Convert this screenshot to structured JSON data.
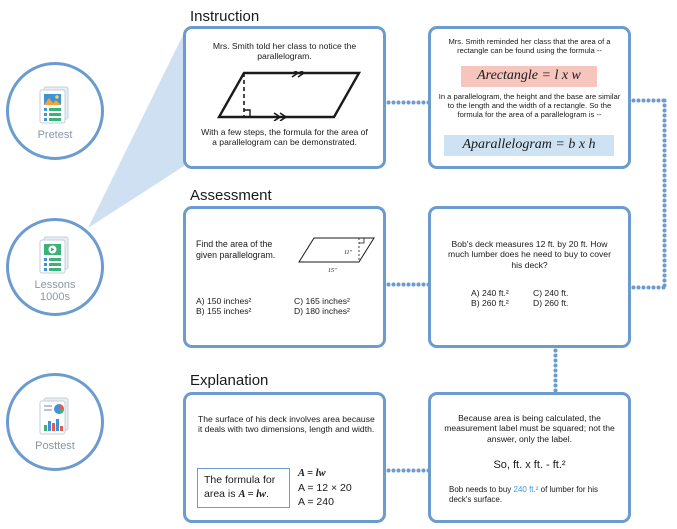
{
  "sidebar": {
    "pretest": "Pretest",
    "lessons_line1": "Lessons",
    "lessons_line2": "1000s",
    "posttest": "Posttest"
  },
  "sections": {
    "instruction": "Instruction",
    "assessment": "Assessment",
    "explanation": "Explanation"
  },
  "instruction": {
    "left_top": "Mrs. Smith told her class to notice the parallelogram.",
    "left_bottom": "With a few steps, the formula for the area of a parallelogram can be demonstrated.",
    "right_top": "Mrs. Smith reminded her class that the area of a rectangle can be found using the formula --",
    "formula_rect": "Arectangle = l x w",
    "right_mid": "In a parallelogram, the height and the base are similar to the length and the width of a rectangle. So the formula for the area of a parallelogram is --",
    "formula_para": "Aparallelogram = b x h"
  },
  "assessment": {
    "left_prompt": "Find the area of the given parallelogram.",
    "height_label": "11\"",
    "base_label": "15\"",
    "option_a": "A) 150 inches²",
    "option_b": "B) 155 inches²",
    "option_c": "C) 165 inches²",
    "option_d": "D) 180 inches²",
    "right_prompt": "Bob's deck measures 12 ft. by 20 ft. How much lumber does he need to buy to cover his deck?",
    "r_option_a": "A) 240 ft.²",
    "r_option_b": "B) 260 ft.²",
    "r_option_c": "C) 240 ft.",
    "r_option_d": "D) 260 ft."
  },
  "explanation": {
    "left_text": "The surface of his deck involves area because it deals with two dimensions, length and width.",
    "formula_prefix": "The formula for area is ",
    "formula_var": "A = lw",
    "formula_suffix": ".",
    "calc_line1": "A = lw",
    "calc_line2": "A = 12 × 20",
    "calc_line3": "A = 240",
    "right_text": "Because area is being calculated, the measurement label must be squared; not the answer, only the label.",
    "right_eq": "So, ft. x ft. - ft.²",
    "right_final_prefix": "Bob needs to buy ",
    "right_final_value": "240 ft.²",
    "right_final_suffix": " of lumber for his deck's surface."
  },
  "colors": {
    "border": "#6b9bcf",
    "rect_formula_bg": "#f6c5bd",
    "para_formula_bg": "#cde3f4",
    "highlight": "#3c9ae0"
  },
  "icons": [
    "document-image-icon",
    "document-video-icon",
    "document-chart-icon",
    "parallelogram-figure"
  ]
}
